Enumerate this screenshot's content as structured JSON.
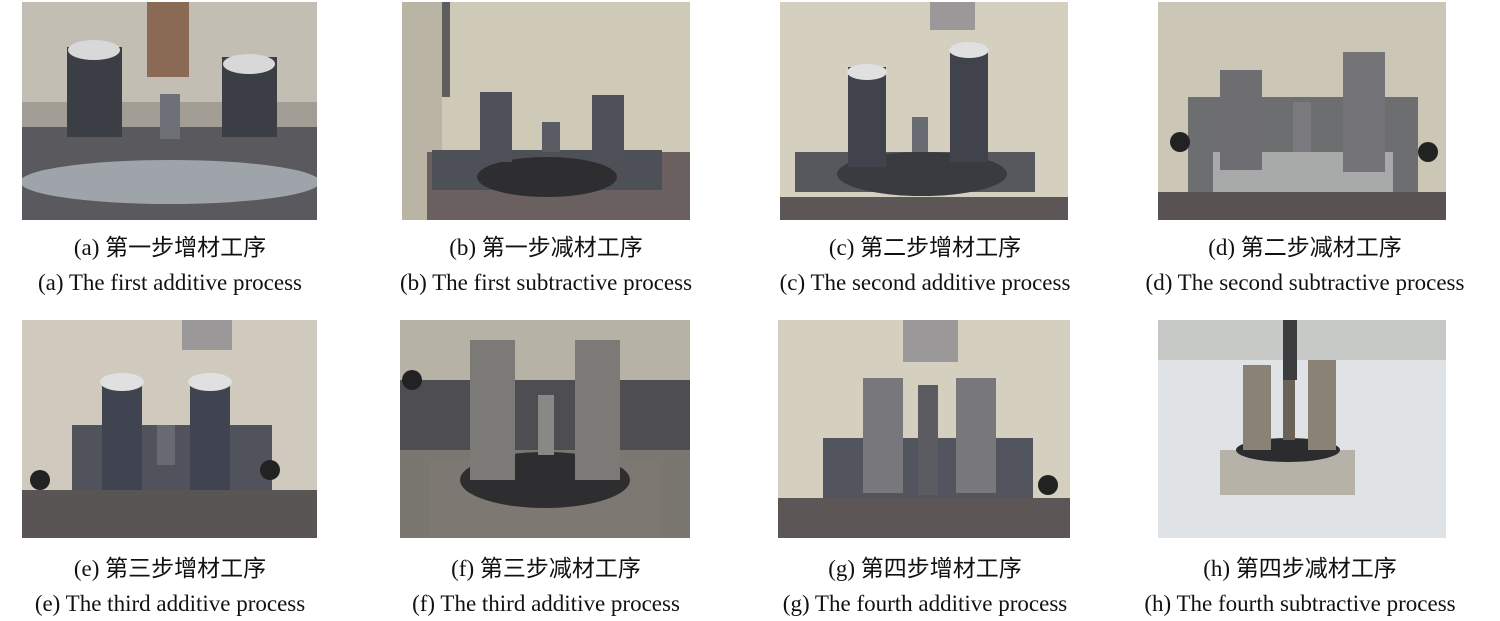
{
  "figure": {
    "panels": [
      {
        "id": "a",
        "caption_zh": "(a) 第一步增材工序",
        "caption_en": "(a) The first additive process"
      },
      {
        "id": "b",
        "caption_zh": "(b) 第一步减材工序",
        "caption_en": "(b) The first subtractive process"
      },
      {
        "id": "c",
        "caption_zh": "(c) 第二步增材工序",
        "caption_en": "(c) The second additive process"
      },
      {
        "id": "d",
        "caption_zh": "(d) 第二步减材工序",
        "caption_en": "(d) The second subtractive process"
      },
      {
        "id": "e",
        "caption_zh": "(e) 第三步增材工序",
        "caption_en": "(e) The third additive process"
      },
      {
        "id": "f",
        "caption_zh": "(f) 第三步减材工序",
        "caption_en": "(f) The third additive process"
      },
      {
        "id": "g",
        "caption_zh": "(g) 第四步增材工序",
        "caption_en": "(g) The fourth additive process"
      },
      {
        "id": "h",
        "caption_zh": "(h) 第四步减材工序",
        "caption_en": "(h) The fourth subtractive process"
      }
    ]
  }
}
